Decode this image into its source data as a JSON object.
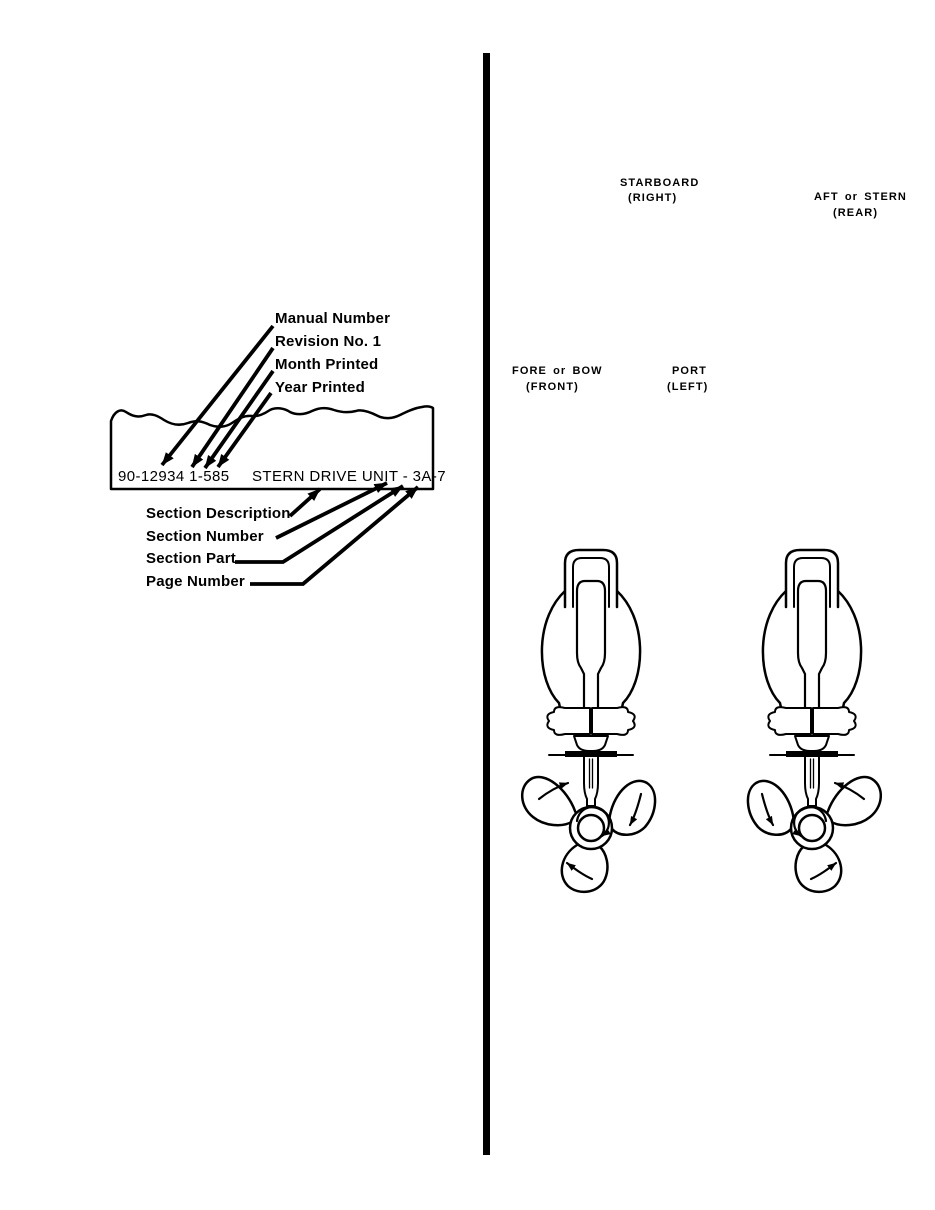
{
  "page": {
    "paper_color": "#ffffff",
    "ink_color": "#000000"
  },
  "code_plate_diagram": {
    "top_labels": [
      "Manual Number",
      "Revision No. 1",
      "Month Printed",
      "Year Printed"
    ],
    "plate_left_text": "90-12934 1-585",
    "plate_right_text": "STERN DRIVE UNIT - 3A-7",
    "bottom_labels": [
      "Section Description",
      "Section Number",
      "Section Part",
      "Page Number"
    ]
  },
  "boat_diagram": {
    "starboard": {
      "label": "STARBOARD",
      "sub": "(RIGHT)"
    },
    "aft": {
      "label": "AFT or STERN",
      "sub": "(REAR)"
    },
    "fore": {
      "label": "FORE or BOW",
      "sub": "(FRONT)"
    },
    "port": {
      "label": "PORT",
      "sub": "(LEFT)"
    }
  },
  "propeller_diagrams": {
    "left_unit_rotation": "clockwise",
    "right_unit_rotation": "counter-clockwise"
  }
}
